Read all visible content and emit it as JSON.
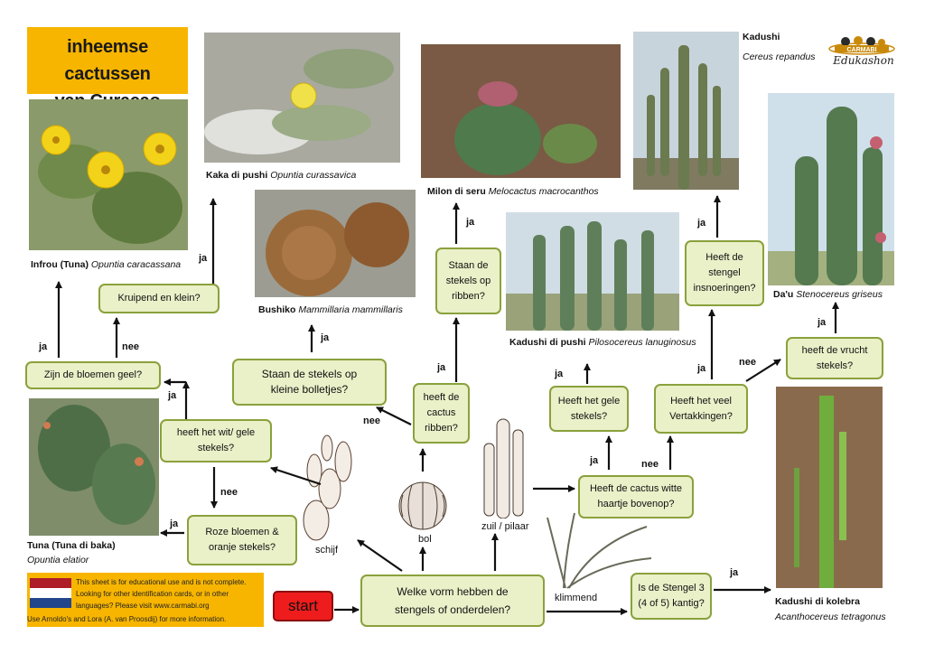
{
  "title": {
    "line1": "inheemse cactussen",
    "line2": "van Curaçao"
  },
  "logo": {
    "brand": "CARMABI",
    "script": "Edukashon"
  },
  "colors": {
    "question_fill": "#eaf0c8",
    "question_border": "#8aa13c",
    "title_bg": "#f7b500",
    "start_bg": "#ee1c1c"
  },
  "start_label": "start",
  "questions": {
    "shape": "Welke vorm hebben de stengels of onderdelen?",
    "white_yellow_spines": "heeft het wit/ gele stekels?",
    "yellow_flowers": "Zijn de bloemen geel?",
    "creeping_small": "Kruipend en klein?",
    "pink_flowers": "Roze bloemen & oranje stekels?",
    "spines_bumps": "Staan de stekels op kleine bolletjes?",
    "has_ribs": "heeft de cactus ribben?",
    "spines_on_ribs": "Staan de stekels op ribben?",
    "white_hairs": "Heeft de cactus witte haartje bovenop?",
    "yellow_spines": "Heeft het gele stekels?",
    "many_branches": "Heeft het  veel Vertakkingen?",
    "constrictions": "Heeft de stengel insnoeringen?",
    "fruit_spines": "heeft de vrucht stekels?",
    "angled_stem": "Is de Stengel 3 (4 of 5) kantig?"
  },
  "answers": {
    "yes": "ja",
    "no": "nee"
  },
  "shapes": {
    "disc": "schijf",
    "ball": "bol",
    "column": "zuil / pilaar",
    "climbing": "klimmend"
  },
  "species": {
    "infrou": {
      "common": "Infrou (Tuna)",
      "latin": "Opuntia caracassana"
    },
    "kaka": {
      "common": "Kaka di pushi",
      "latin": "Opuntia curassavica"
    },
    "tuna": {
      "common": "Tuna (Tuna di baka)",
      "latin": "Opuntia elatior"
    },
    "bushiko": {
      "common": "Bushiko",
      "latin": "Mammillaria mammillaris"
    },
    "milon": {
      "common": "Milon di seru",
      "latin": "Melocactus macrocanthos"
    },
    "kadushi_pushi": {
      "common": "Kadushi di pushi",
      "latin": "Pilosocereus lanuginosus"
    },
    "kadushi": {
      "common": "Kadushi",
      "latin": "Cereus repandus"
    },
    "dau": {
      "common": "Da'u",
      "latin": "Stenocereus griseus"
    },
    "kolebra": {
      "common": "Kadushi di kolebra",
      "latin": "Acanthocereus tetragonus"
    }
  },
  "notice": {
    "text": "This sheet is for educational use and is not  complete. Looking for other identification cards, or in other languages? Please visit www.carmabi.org",
    "footer": "Use Arnoldo's and Lora (A. van Proosdij) for more information."
  }
}
